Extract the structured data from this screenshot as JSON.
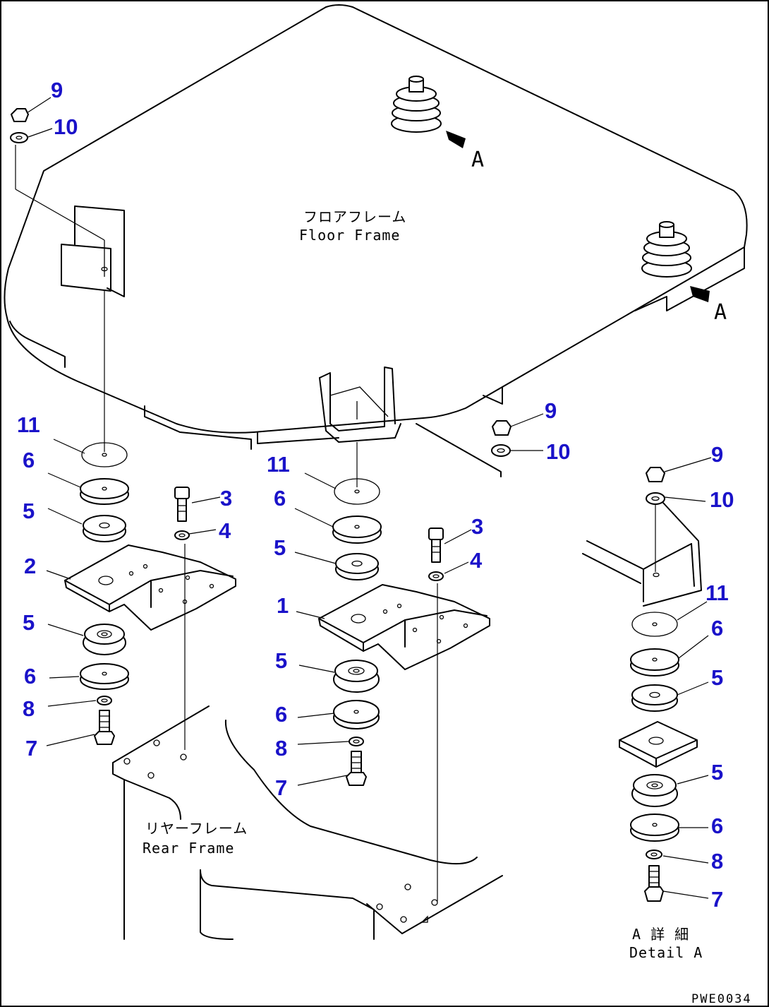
{
  "labels": {
    "floor_frame_jp": "フロアフレーム",
    "floor_frame_en": "Floor Frame",
    "rear_frame_jp": "リヤーフレーム",
    "rear_frame_en": "Rear Frame",
    "detail_jp": "A 詳 細",
    "detail_en": "Detail A",
    "arrow_a": "A",
    "drawing_code": "PWE0034"
  },
  "callouts": [
    {
      "id": "c9a",
      "text": "9"
    },
    {
      "id": "c10a",
      "text": "10"
    },
    {
      "id": "c11a",
      "text": "11"
    },
    {
      "id": "c6a",
      "text": "6"
    },
    {
      "id": "c5a",
      "text": "5"
    },
    {
      "id": "c3a",
      "text": "3"
    },
    {
      "id": "c4a",
      "text": "4"
    },
    {
      "id": "c2",
      "text": "2"
    },
    {
      "id": "c5b",
      "text": "5"
    },
    {
      "id": "c6b",
      "text": "6"
    },
    {
      "id": "c8a",
      "text": "8"
    },
    {
      "id": "c7a",
      "text": "7"
    },
    {
      "id": "c11b",
      "text": "11"
    },
    {
      "id": "c6c",
      "text": "6"
    },
    {
      "id": "c5c",
      "text": "5"
    },
    {
      "id": "c3b",
      "text": "3"
    },
    {
      "id": "c4b",
      "text": "4"
    },
    {
      "id": "c1",
      "text": "1"
    },
    {
      "id": "c5d",
      "text": "5"
    },
    {
      "id": "c6d",
      "text": "6"
    },
    {
      "id": "c8b",
      "text": "8"
    },
    {
      "id": "c7b",
      "text": "7"
    },
    {
      "id": "c9b",
      "text": "9"
    },
    {
      "id": "c10b",
      "text": "10"
    },
    {
      "id": "c9c",
      "text": "9"
    },
    {
      "id": "c10c",
      "text": "10"
    },
    {
      "id": "c11c",
      "text": "11"
    },
    {
      "id": "c6e",
      "text": "6"
    },
    {
      "id": "c5e",
      "text": "5"
    },
    {
      "id": "c5f",
      "text": "5"
    },
    {
      "id": "c6f",
      "text": "6"
    },
    {
      "id": "c8c",
      "text": "8"
    },
    {
      "id": "c7c",
      "text": "7"
    }
  ]
}
